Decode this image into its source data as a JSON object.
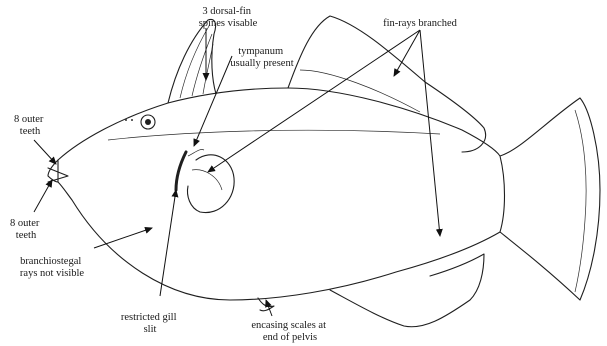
{
  "labels": {
    "dorsal_spines": [
      "3 dorsal-fin",
      "spines visable"
    ],
    "tympanum": [
      "tympanum",
      "usually present"
    ],
    "fin_rays": [
      "fin-rays branched"
    ],
    "outer_teeth_upper": [
      "8 outer",
      "teeth"
    ],
    "outer_teeth_lower": [
      "8 outer",
      "teeth"
    ],
    "branchiostegal": [
      "branchiostegal",
      "rays not visible"
    ],
    "gill_slit": [
      "restricted gill",
      "slit"
    ],
    "encasing_scales": [
      "encasing scales at",
      "end of pelvis"
    ]
  }
}
